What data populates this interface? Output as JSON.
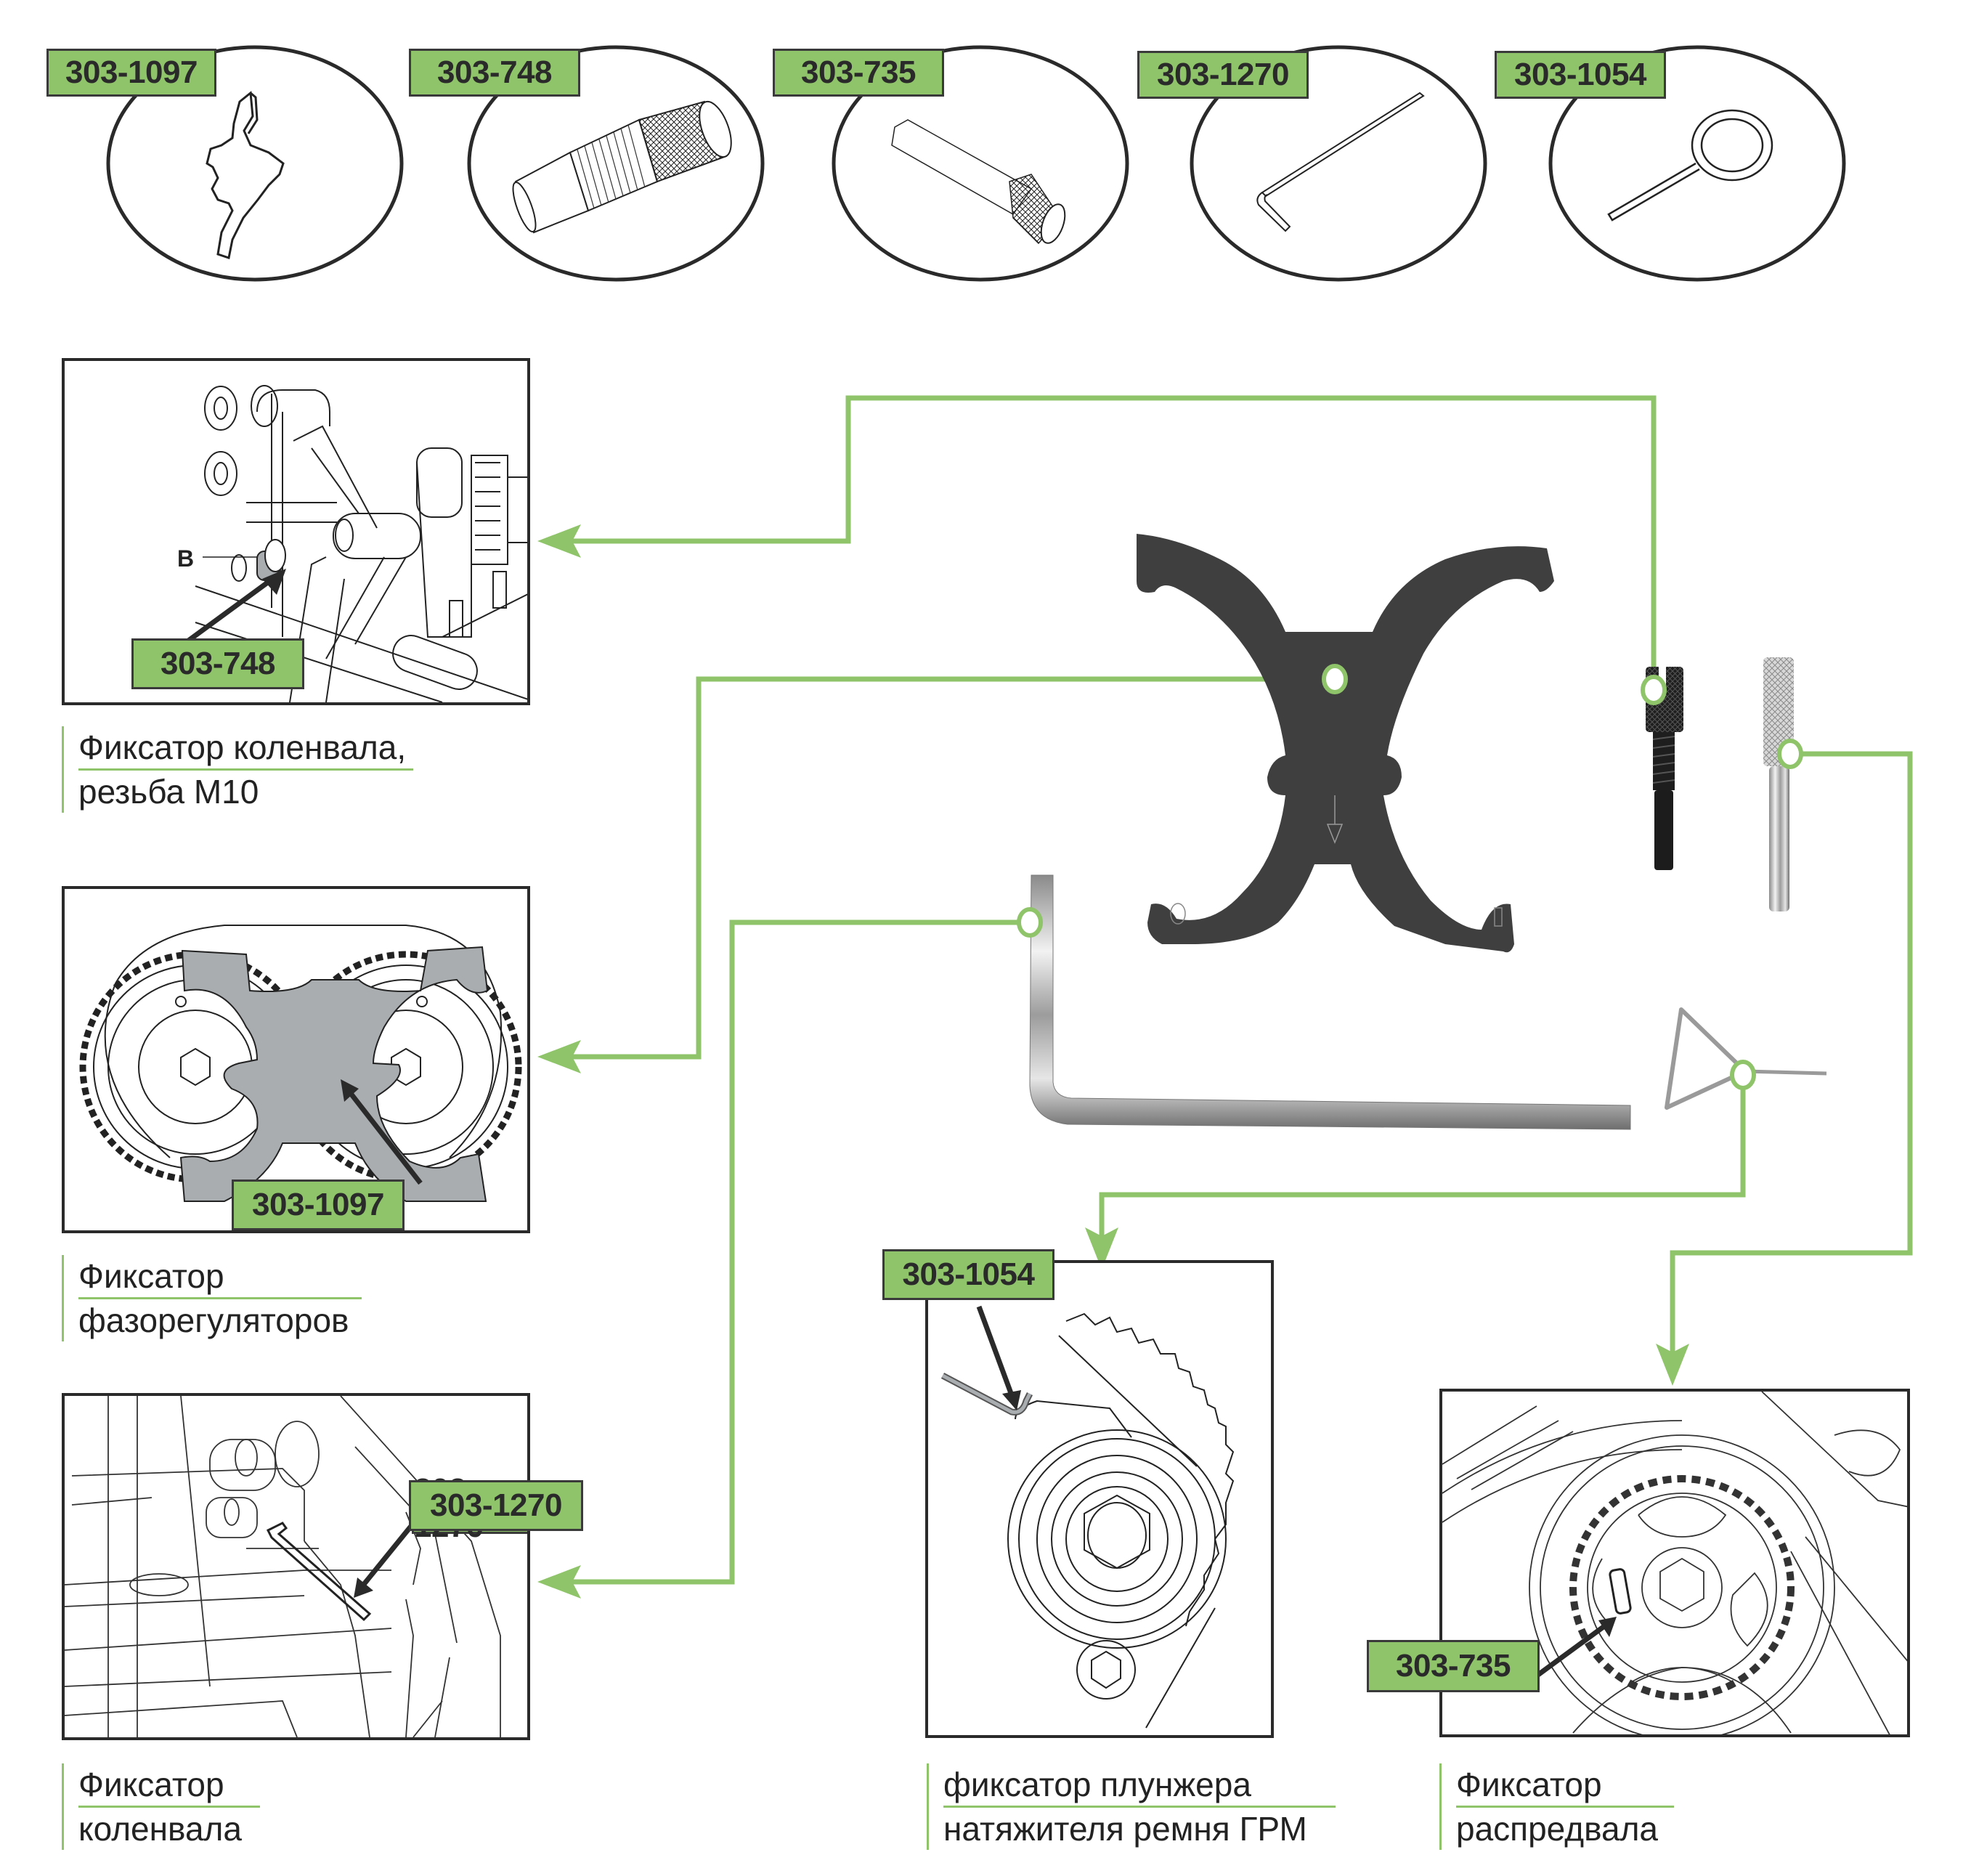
{
  "tools_row": [
    {
      "code": "303-1097",
      "icon": "x-shaped-holding-plate-icon"
    },
    {
      "code": "303-748",
      "icon": "threaded-knurled-pin-icon"
    },
    {
      "code": "303-735",
      "icon": "knurled-pin-icon"
    },
    {
      "code": "303-1270",
      "icon": "l-shaped-rod-icon"
    },
    {
      "code": "303-1054",
      "icon": "ring-pin-icon"
    }
  ],
  "panels": [
    {
      "id": "crankshaft-m10",
      "tag": "303-748",
      "callout_letter": "B",
      "caption": [
        "Фиксатор коленвала,",
        "резьба М10"
      ]
    },
    {
      "id": "phase-regulators",
      "tag": "303-1097",
      "caption": [
        "Фиксатор",
        "фазорегуляторов"
      ]
    },
    {
      "id": "crankshaft",
      "tag": "303-1270",
      "caption": [
        "Фиксатор",
        "коленвала"
      ]
    },
    {
      "id": "tensioner-plunger",
      "tag": "303-1054",
      "caption": [
        "фиксатор плунжера",
        "натяжителя ремня ГРМ"
      ]
    },
    {
      "id": "camshaft",
      "tag": "303-735",
      "caption": [
        "Фиксатор",
        "распредвала"
      ]
    }
  ],
  "colors": {
    "accent_green": "#8fc46a",
    "border_dark": "#2a2a2a",
    "plate_dark": "#3f3f3f",
    "plate_gray": "#a9adb0"
  }
}
